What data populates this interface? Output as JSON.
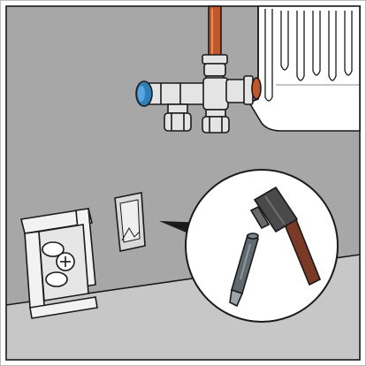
{
  "scene": {
    "kind": "installation-illustration",
    "colors": {
      "wall": "#a7a7a7",
      "floor": "#c7c7c7",
      "outline": "#1a1a1a",
      "copper_pipe": "#c2572a",
      "valve_metal": "#e4e4e4",
      "blue_cap": "#2c7fb8",
      "hammer_head": "#4a4a4a",
      "hammer_handle": "#7a3a25",
      "chisel": "#5f6a70",
      "radiator": "#ffffff"
    },
    "elements": [
      "radiator",
      "pipe-valve-assembly",
      "wall-recess",
      "mounting-bracket",
      "detail-callout",
      "hammer",
      "chisel"
    ]
  }
}
